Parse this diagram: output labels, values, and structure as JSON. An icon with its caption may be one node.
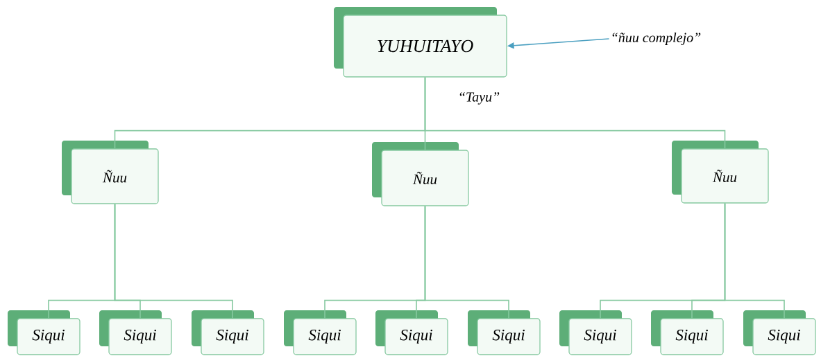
{
  "diagram": {
    "nodes": [
      {
        "text": [
          "YUHUITAYO"
        ]
      },
      {
        "text": [
          "“ñuu complejo”"
        ]
      },
      {
        "text": [
          "Ñuu"
        ]
      },
      {
        "text": [
          "Ñuu"
        ]
      },
      {
        "text": [
          "Ñuu"
        ]
      },
      {
        "text": [
          "Siqui"
        ]
      },
      {
        "text": [
          "Siqui"
        ]
      },
      {
        "text": [
          "Siqui"
        ]
      },
      {
        "text": [
          "Siqui"
        ]
      },
      {
        "text": [
          "Siqui"
        ]
      },
      {
        "text": [
          "Siqui"
        ]
      },
      {
        "text": [
          "Siqui"
        ]
      },
      {
        "text": [
          "Siqui"
        ]
      },
      {
        "text": [
          "Siqui"
        ]
      }
    ],
    "edges": [
      {
        "from": 1,
        "to": 0,
        "arrow": "to",
        "color": "#4a9fc0"
      },
      {
        "from": 0,
        "to": 2,
        "arrow": "none"
      },
      {
        "from": 0,
        "to": 3,
        "arrow": "none"
      },
      {
        "from": 0,
        "to": 4,
        "arrow": "none"
      },
      {
        "from": 2,
        "to": 5,
        "arrow": "none"
      },
      {
        "from": 2,
        "to": 6,
        "arrow": "none"
      },
      {
        "from": 2,
        "to": 7,
        "arrow": "none"
      },
      {
        "from": 3,
        "to": 8,
        "arrow": "none"
      },
      {
        "from": 3,
        "to": 9,
        "arrow": "none"
      },
      {
        "from": 3,
        "to": 10,
        "arrow": "none"
      },
      {
        "from": 4,
        "to": 11,
        "arrow": "none"
      },
      {
        "from": 4,
        "to": 12,
        "arrow": "none"
      },
      {
        "from": 4,
        "to": 13,
        "arrow": "none"
      }
    ],
    "labels": [
      "“Tayu”"
    ]
  }
}
